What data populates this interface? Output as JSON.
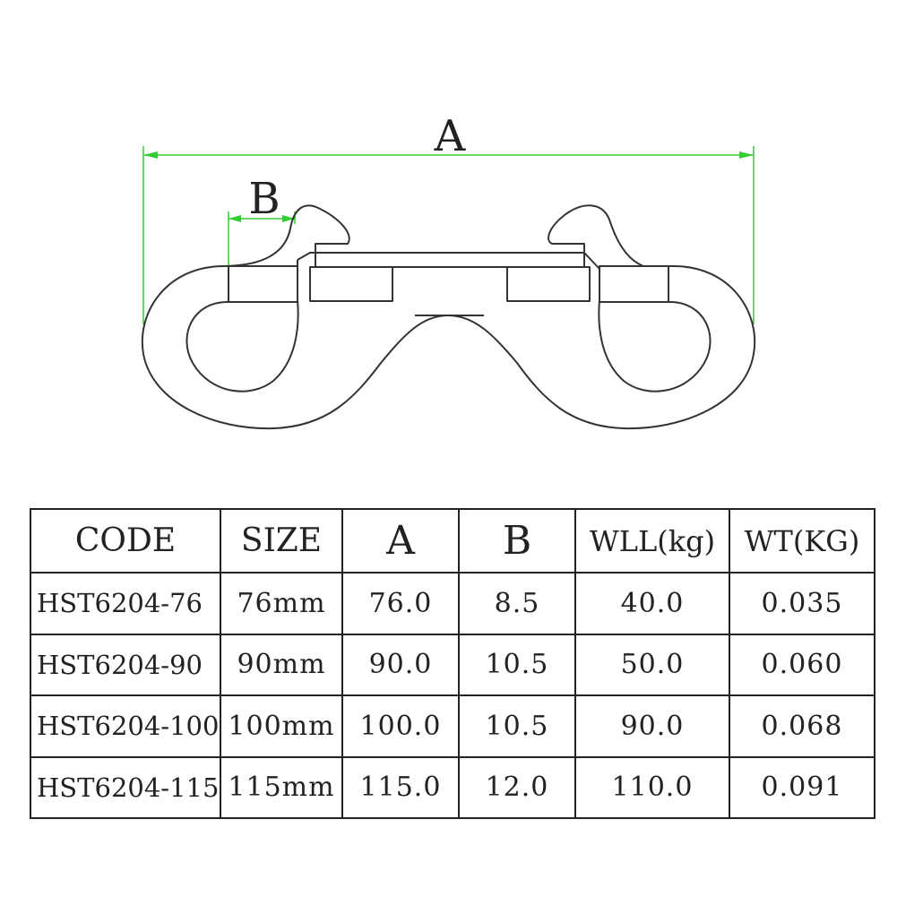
{
  "diagram": {
    "dimension_a_label": "A",
    "dimension_b_label": "B",
    "dimension_color": "#33cc33",
    "outline_color": "#333333"
  },
  "table": {
    "headers": [
      "CODE",
      "SIZE",
      "A",
      "B",
      "WLL(kg)",
      "WT(KG)"
    ],
    "rows": [
      [
        "HST6204-76",
        "76mm",
        "76.0",
        "8.5",
        "40.0",
        "0.035"
      ],
      [
        "HST6204-90",
        "90mm",
        "90.0",
        "10.5",
        "50.0",
        "0.060"
      ],
      [
        "HST6204-100",
        "100mm",
        "100.0",
        "10.5",
        "90.0",
        "0.068"
      ],
      [
        "HST6204-115",
        "115mm",
        "115.0",
        "12.0",
        "110.0",
        "0.091"
      ]
    ]
  }
}
